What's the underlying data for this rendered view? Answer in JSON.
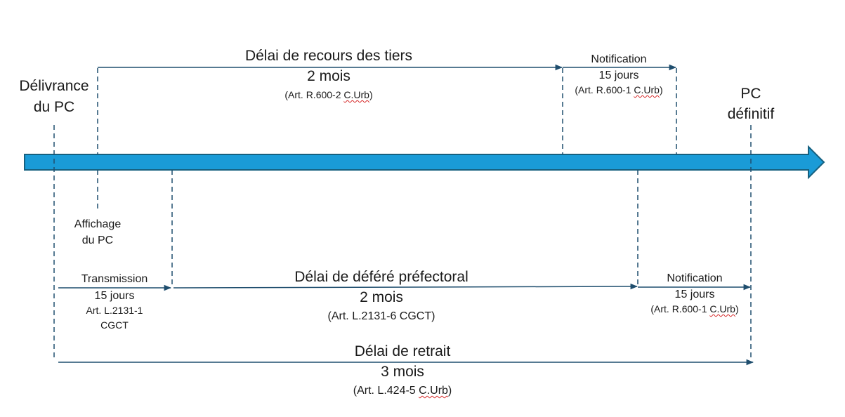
{
  "milestones": {
    "delivrance": {
      "line1": "Délivrance",
      "line2": "du PC"
    },
    "definitif": {
      "line1": "PC",
      "line2": "définitif"
    },
    "affichage": {
      "line1": "Affichage",
      "line2": "du PC"
    }
  },
  "recours": {
    "title": "Délai de recours des tiers",
    "duration": "2 mois",
    "ref_pre": "(Art. R.600-2 ",
    "ref_code": "C.Urb",
    "ref_post": ")"
  },
  "notif_top": {
    "title": "Notification",
    "duration": "15 jours",
    "ref_pre": "(Art. R.600-1 ",
    "ref_code": "C.Urb",
    "ref_post": ")"
  },
  "transmission": {
    "title": "Transmission",
    "duration": "15 jours",
    "ref_line1": "Art. L.2131-1",
    "ref_line2": "CGCT"
  },
  "defere": {
    "title": "Délai de déféré préfectoral",
    "duration": "2 mois",
    "ref": "(Art. L.2131-6 CGCT)"
  },
  "notif_bottom": {
    "title": "Notification",
    "duration": "15 jours",
    "ref_pre": "(Art. R.600-1 ",
    "ref_code": "C.Urb",
    "ref_post": ")"
  },
  "retrait": {
    "title": "Délai de retrait",
    "duration": "3 mois",
    "ref_pre": "(Art. L.424-5 ",
    "ref_code": "C.Urb",
    "ref_post": ")"
  },
  "colors": {
    "timeline_fill": "#1a9bd7",
    "timeline_stroke": "#16607f",
    "connector": "#1f4e6e"
  }
}
